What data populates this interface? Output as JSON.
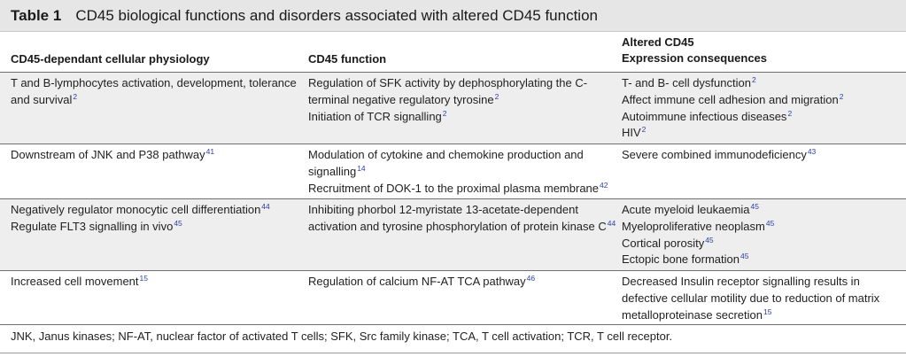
{
  "table": {
    "label": "Table 1",
    "title": "CD45 biological functions and disorders associated with altered CD45 function"
  },
  "headers": {
    "col1": "CD45-dependant cellular physiology",
    "col2": "CD45 function",
    "col3_line1": "Altered CD45",
    "col3_line2": "Expression consequences"
  },
  "rows": [
    {
      "col1": [
        {
          "text": "T and B-lymphocytes activation, development, tolerance",
          "ref": ""
        },
        {
          "text": "and survival",
          "ref": "2"
        }
      ],
      "col2": [
        {
          "text": "Regulation of SFK activity by dephosphorylating the C-",
          "ref": ""
        },
        {
          "text": "terminal negative regulatory tyrosine",
          "ref": "2"
        },
        {
          "text": "Initiation of TCR signalling",
          "ref": "2"
        }
      ],
      "col3": [
        {
          "text": "T- and B- cell dysfunction",
          "ref": "2"
        },
        {
          "text": "Affect immune cell adhesion and migration",
          "ref": "2"
        },
        {
          "text": "Autoimmune infectious diseases",
          "ref": "2"
        },
        {
          "text": "HIV",
          "ref": "2"
        }
      ]
    },
    {
      "col1": [
        {
          "text": "Downstream of JNK and P38 pathway",
          "ref": "41"
        }
      ],
      "col2": [
        {
          "text": "Modulation of cytokine and chemokine production and",
          "ref": ""
        },
        {
          "text": "signalling",
          "ref": "14"
        },
        {
          "text": "Recruitment of DOK-1 to the proximal plasma membrane",
          "ref": "42"
        }
      ],
      "col3": [
        {
          "text": "Severe combined immunodeficiency",
          "ref": "43"
        }
      ]
    },
    {
      "col1": [
        {
          "text": "Negatively regulator monocytic cell differentiation",
          "ref": "44"
        },
        {
          "text": "Regulate FLT3 signalling in vivo",
          "ref": "45"
        }
      ],
      "col2": [
        {
          "text": "Inhibiting phorbol 12-myristate 13-acetate-dependent",
          "ref": ""
        },
        {
          "text": "activation and tyrosine phosphorylation of protein kinase C",
          "ref": "44"
        }
      ],
      "col3": [
        {
          "text": "Acute myeloid leukaemia",
          "ref": "45"
        },
        {
          "text": "Myeloproliferative neoplasm",
          "ref": "45"
        },
        {
          "text": "Cortical porosity",
          "ref": "45"
        },
        {
          "text": "Ectopic bone formation",
          "ref": "45"
        }
      ]
    },
    {
      "col1": [
        {
          "text": "Increased cell movement",
          "ref": "15"
        }
      ],
      "col2": [
        {
          "text": "Regulation of calcium NF-AT TCA pathway",
          "ref": "46"
        }
      ],
      "col3": [
        {
          "text": "Decreased Insulin receptor signalling results in",
          "ref": ""
        },
        {
          "text": "defective cellular motility due to reduction of matrix",
          "ref": ""
        },
        {
          "text": "metalloproteinase secretion",
          "ref": "15"
        }
      ]
    }
  ],
  "footnote": "JNK, Janus kinases; NF-AT, nuclear factor of activated T cells; SFK, Src family kinase; TCA, T cell activation; TCR, T cell receptor."
}
